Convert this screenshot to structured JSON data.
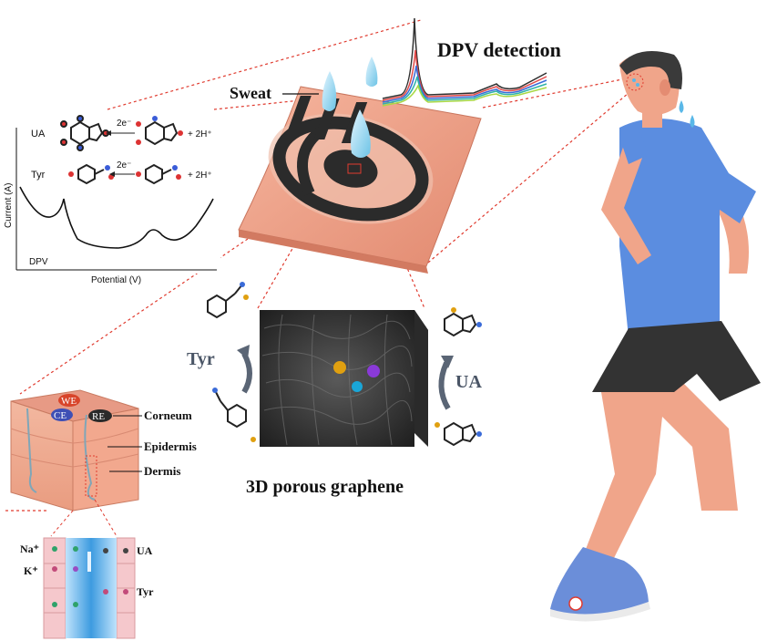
{
  "title": "DPV detection",
  "sweat_label": "Sweat",
  "mechanism_panel": {
    "ua_label": "UA",
    "tyr_label": "Tyr",
    "electron_label": "2e⁻",
    "product_label": "+ 2H⁺",
    "ylabel": "Current (A)",
    "xlabel": "Potential (V)",
    "curve_label": "DPV"
  },
  "skin_panel": {
    "we_label": "WE",
    "ce_label": "CE",
    "re_label": "RE",
    "layers": [
      "Corneum",
      "Epidermis",
      "Dermis"
    ]
  },
  "vessel_panel": {
    "left_labels": [
      "Na⁺",
      "K⁺"
    ],
    "right_labels": [
      "UA",
      "Tyr"
    ]
  },
  "graphene_panel": {
    "caption": "3D porous graphene",
    "left_label": "Tyr",
    "right_label": "UA"
  },
  "colors": {
    "skin": "#f0a58a",
    "shirt": "#5b8de0",
    "shorts": "#333333",
    "hair": "#3a3a3a",
    "shoe": "#6b8ed9",
    "guide": "#e03b2f",
    "vessel": "#4aa3e0"
  }
}
